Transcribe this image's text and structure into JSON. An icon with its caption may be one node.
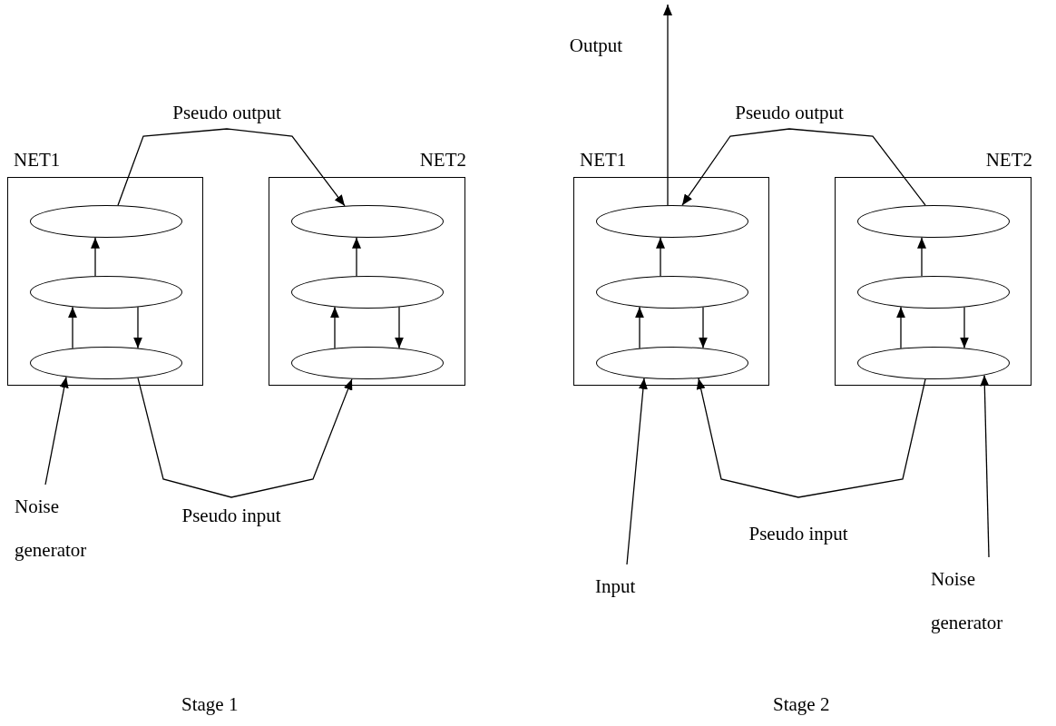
{
  "diagram": {
    "nodes": [
      {
        "text": [
          "NET1"
        ]
      },
      {
        "text": [],
        "shape": "ellipse",
        "in": 0
      },
      {
        "text": [],
        "shape": "ellipse",
        "in": 0
      },
      {
        "text": [],
        "shape": "ellipse",
        "in": 0
      },
      {
        "text": [
          "NET2"
        ]
      },
      {
        "text": [],
        "shape": "ellipse",
        "in": 4
      },
      {
        "text": [],
        "shape": "ellipse",
        "in": 4
      },
      {
        "text": [],
        "shape": "ellipse",
        "in": 4
      },
      {
        "text": [
          "Noise generator"
        ]
      },
      {
        "text": [
          "NET1"
        ]
      },
      {
        "text": [],
        "shape": "ellipse",
        "in": 9
      },
      {
        "text": [],
        "shape": "ellipse",
        "in": 9
      },
      {
        "text": [],
        "shape": "ellipse",
        "in": 9
      },
      {
        "text": [
          "NET2"
        ]
      },
      {
        "text": [],
        "shape": "ellipse",
        "in": 13
      },
      {
        "text": [],
        "shape": "ellipse",
        "in": 13
      },
      {
        "text": [],
        "shape": "ellipse",
        "in": 13
      },
      {
        "text": [
          "Input"
        ]
      },
      {
        "text": [
          "Noise generator"
        ]
      }
    ],
    "edges": [
      {
        "from": 2,
        "to": 1,
        "arrow": "to"
      },
      {
        "from": 3,
        "to": 2,
        "arrow": "to"
      },
      {
        "from": 2,
        "to": 3,
        "arrow": "to"
      },
      {
        "from": 1,
        "to": 5,
        "arrow": "to",
        "label": "Pseudo output"
      },
      {
        "from": 3,
        "to": 7,
        "arrow": "to",
        "label": "Pseudo input"
      },
      {
        "from": 8,
        "to": 3,
        "arrow": "to"
      },
      {
        "from": 11,
        "to": 10,
        "arrow": "to"
      },
      {
        "from": 12,
        "to": 11,
        "arrow": "to"
      },
      {
        "from": 11,
        "to": 12,
        "arrow": "to"
      },
      {
        "from": 15,
        "to": 14,
        "arrow": "to"
      },
      {
        "from": 16,
        "to": 15,
        "arrow": "to"
      },
      {
        "from": 15,
        "to": 16,
        "arrow": "to"
      },
      {
        "from": 14,
        "to": 10,
        "arrow": "to",
        "label": "Pseudo output"
      },
      {
        "from": 16,
        "to": 12,
        "arrow": "to",
        "label": "Pseudo input"
      },
      {
        "from": 10,
        "to": null,
        "arrow": "to",
        "label": "Output"
      },
      {
        "from": 17,
        "to": 12,
        "arrow": "to"
      },
      {
        "from": 18,
        "to": 16,
        "arrow": "to"
      },
      {
        "from": 6,
        "to": 5,
        "arrow": "to"
      },
      {
        "from": 7,
        "to": 6,
        "arrow": "to"
      },
      {
        "from": 6,
        "to": 7,
        "arrow": "to"
      }
    ],
    "labels": [
      "Stage 1",
      "Stage 2"
    ]
  }
}
